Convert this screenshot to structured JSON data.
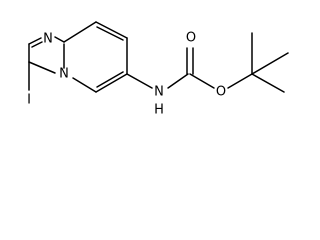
{
  "molecule": {
    "atoms": {
      "n_imidazole": "N",
      "n_bridgehead": "N",
      "iodine": "I",
      "n_amide": "N",
      "h_amide": "H",
      "o_carbonyl": "O",
      "o_ester": "O"
    }
  },
  "colors": {
    "ink": "#000000",
    "background": "#ffffff"
  }
}
